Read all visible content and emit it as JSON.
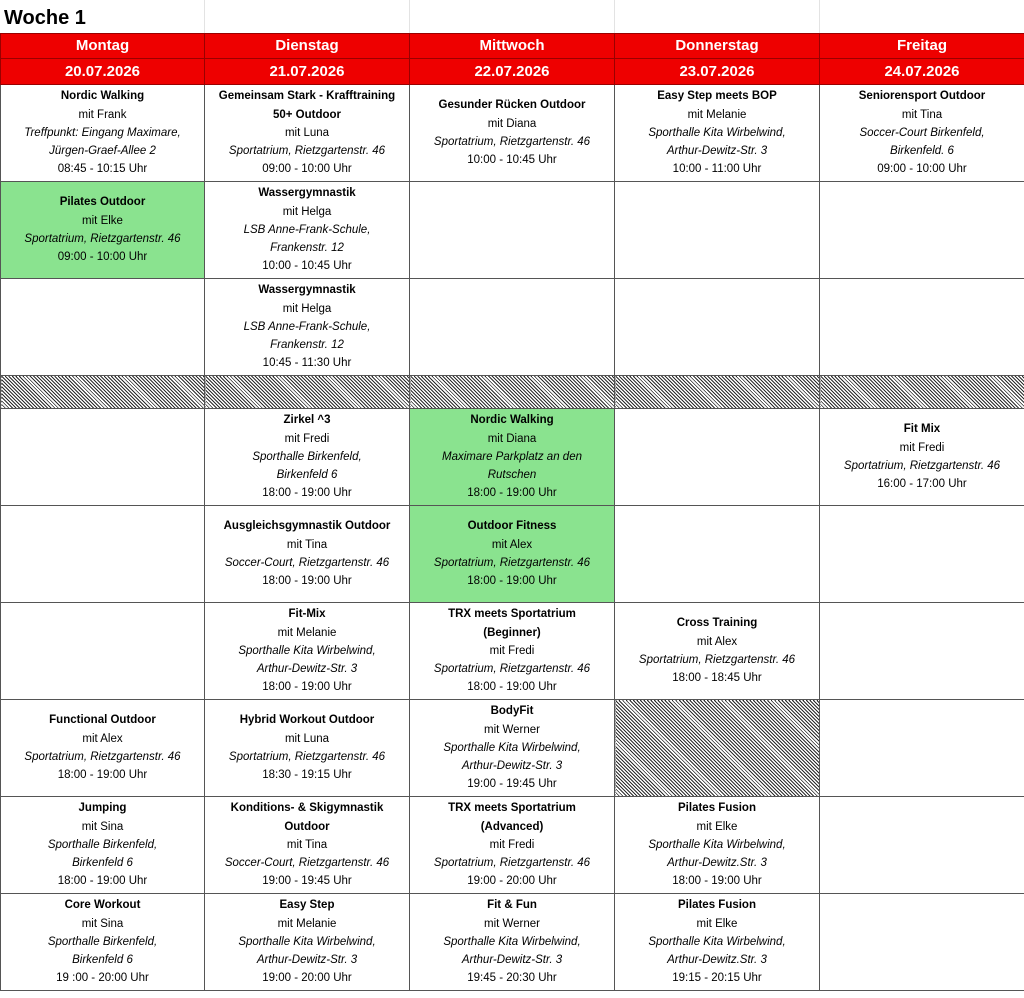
{
  "week_title": "Woche 1",
  "days": [
    {
      "name": "Montag",
      "date": "20.07.2026"
    },
    {
      "name": "Dienstag",
      "date": "21.07.2026"
    },
    {
      "name": "Mittwoch",
      "date": "22.07.2026"
    },
    {
      "name": "Donnerstag",
      "date": "23.07.2026"
    },
    {
      "name": "Freitag",
      "date": "24.07.2026"
    }
  ],
  "colors": {
    "header_red": "#ee0000",
    "highlight_green": "#8ae38f"
  },
  "rows": [
    [
      {
        "name": "Nordic Walking",
        "trainer": "mit Frank",
        "loc1": "Treffpunkt: Eingang Maximare,",
        "loc2": "Jürgen-Graef-Allee 2",
        "time": "08:45 - 10:15 Uhr"
      },
      {
        "name": "Gemeinsam Stark - Krafftraining",
        "name2": "50+ Outdoor",
        "trainer": "mit Luna",
        "loc1": "Sportatrium, Rietzgartenstr. 46",
        "time": "09:00 - 10:00 Uhr"
      },
      {
        "name": "Gesunder Rücken Outdoor",
        "trainer": "mit Diana",
        "loc1": "Sportatrium, Rietzgartenstr. 46",
        "time": "10:00 - 10:45 Uhr"
      },
      {
        "name": "Easy Step meets BOP",
        "trainer": "mit Melanie",
        "loc1": "Sporthalle Kita Wirbelwind,",
        "loc2": "Arthur-Dewitz-Str. 3",
        "time": "10:00 - 11:00 Uhr"
      },
      {
        "name": "Seniorensport Outdoor",
        "trainer": "mit Tina",
        "loc1": "Soccer-Court Birkenfeld,",
        "loc2": "Birkenfeld. 6",
        "time": "09:00 - 10:00 Uhr"
      }
    ],
    [
      {
        "name": "Pilates Outdoor",
        "trainer": "mit Elke",
        "loc1": "Sportatrium, Rietzgartenstr. 46",
        "time": "09:00 - 10:00 Uhr",
        "green": true
      },
      {
        "name": "Wassergymnastik",
        "trainer": "mit Helga",
        "loc1": "LSB Anne-Frank-Schule,",
        "loc2": "Frankenstr. 12",
        "time": "10:00 - 10:45 Uhr"
      },
      {},
      {},
      {}
    ],
    [
      {},
      {
        "name": "Wassergymnastik",
        "trainer": "mit Helga",
        "loc1": "LSB Anne-Frank-Schule,",
        "loc2": "Frankenstr. 12",
        "time": "10:45 - 11:30 Uhr"
      },
      {},
      {},
      {}
    ],
    "separator",
    [
      {},
      {
        "name": "Zirkel ^3",
        "trainer": "mit Fredi",
        "loc1": "Sporthalle Birkenfeld,",
        "loc2": "Birkenfeld 6",
        "time": "18:00 - 19:00 Uhr"
      },
      {
        "name": "Nordic Walking",
        "trainer": "mit Diana",
        "loc1": "Maximare Parkplatz an den",
        "loc2": "Rutschen",
        "time": "18:00 - 19:00 Uhr",
        "green": true
      },
      {},
      {
        "name": "Fit Mix",
        "trainer": "mit Fredi",
        "loc1": "Sportatrium, Rietzgartenstr. 46",
        "time": "16:00 - 17:00 Uhr"
      }
    ],
    [
      {},
      {
        "name": "Ausgleichsgymnastik Outdoor",
        "trainer": "mit Tina",
        "loc1": "Soccer-Court, Rietzgartenstr. 46",
        "time": "18:00 - 19:00 Uhr"
      },
      {
        "name": "Outdoor Fitness",
        "trainer": "mit Alex",
        "loc1": "Sportatrium, Rietzgartenstr. 46",
        "time": "18:00 - 19:00 Uhr",
        "green": true
      },
      {},
      {}
    ],
    [
      {},
      {
        "name": "Fit-Mix",
        "trainer": "mit Melanie",
        "loc1": "Sporthalle Kita Wirbelwind,",
        "loc2": "Arthur-Dewitz-Str. 3",
        "time": "18:00 - 19:00 Uhr"
      },
      {
        "name": "TRX meets Sportatrium",
        "name2": "(Beginner)",
        "trainer": "mit Fredi",
        "loc1": "Sportatrium, Rietzgartenstr. 46",
        "time": "18:00 - 19:00 Uhr"
      },
      {
        "name": "Cross Training",
        "trainer": "mit Alex",
        "loc1": "Sportatrium, Rietzgartenstr. 46",
        "time": "18:00 - 18:45 Uhr"
      },
      {}
    ],
    [
      {
        "name": "Functional Outdoor",
        "trainer": "mit Alex",
        "loc1": "Sportatrium, Rietzgartenstr. 46",
        "time": "18:00 - 19:00 Uhr"
      },
      {
        "name": "Hybrid Workout Outdoor",
        "trainer": "mit Luna",
        "loc1": "Sportatrium, Rietzgartenstr. 46",
        "time": "18:30 - 19:15 Uhr"
      },
      {
        "name": "BodyFit",
        "trainer": "mit Werner",
        "loc1": "Sporthalle Kita Wirbelwind,",
        "loc2": "Arthur-Dewitz-Str. 3",
        "time": "19:00 - 19:45 Uhr"
      },
      {
        "hatch": true
      },
      {}
    ],
    [
      {
        "name": "Jumping",
        "trainer": "mit Sina",
        "loc1": "Sporthalle Birkenfeld,",
        "loc2": "Birkenfeld 6",
        "time": "18:00 - 19:00 Uhr"
      },
      {
        "name": "Konditions- & Skigymnastik",
        "name2": "Outdoor",
        "trainer": "mit Tina",
        "loc1": "Soccer-Court, Rietzgartenstr. 46",
        "time": "19:00 - 19:45 Uhr"
      },
      {
        "name": "TRX meets Sportatrium",
        "name2": "(Advanced)",
        "trainer": "mit Fredi",
        "loc1": "Sportatrium, Rietzgartenstr. 46",
        "time": "19:00 - 20:00 Uhr"
      },
      {
        "name": "Pilates Fusion",
        "trainer": "mit Elke",
        "loc1": "Sporthalle Kita Wirbelwind,",
        "loc2": "Arthur-Dewitz.Str. 3",
        "time": "18:00 - 19:00 Uhr"
      },
      {}
    ],
    [
      {
        "name": "Core Workout",
        "trainer": "mit Sina",
        "loc1": "Sporthalle Birkenfeld,",
        "loc2": "Birkenfeld 6",
        "time": "19 :00 - 20:00 Uhr"
      },
      {
        "name": "Easy Step",
        "trainer": "mit Melanie",
        "loc1": "Sporthalle Kita Wirbelwind,",
        "loc2": "Arthur-Dewitz-Str. 3",
        "time": "19:00 - 20:00 Uhr"
      },
      {
        "name": "Fit & Fun",
        "trainer": "mit Werner",
        "loc1": "Sporthalle Kita Wirbelwind,",
        "loc2": "Arthur-Dewitz-Str. 3",
        "time": "19:45 - 20:30 Uhr"
      },
      {
        "name": "Pilates Fusion",
        "trainer": "mit Elke",
        "loc1": "Sporthalle Kita Wirbelwind,",
        "loc2": "Arthur-Dewitz.Str. 3",
        "time": "19:15 - 20:15 Uhr"
      },
      {}
    ]
  ]
}
